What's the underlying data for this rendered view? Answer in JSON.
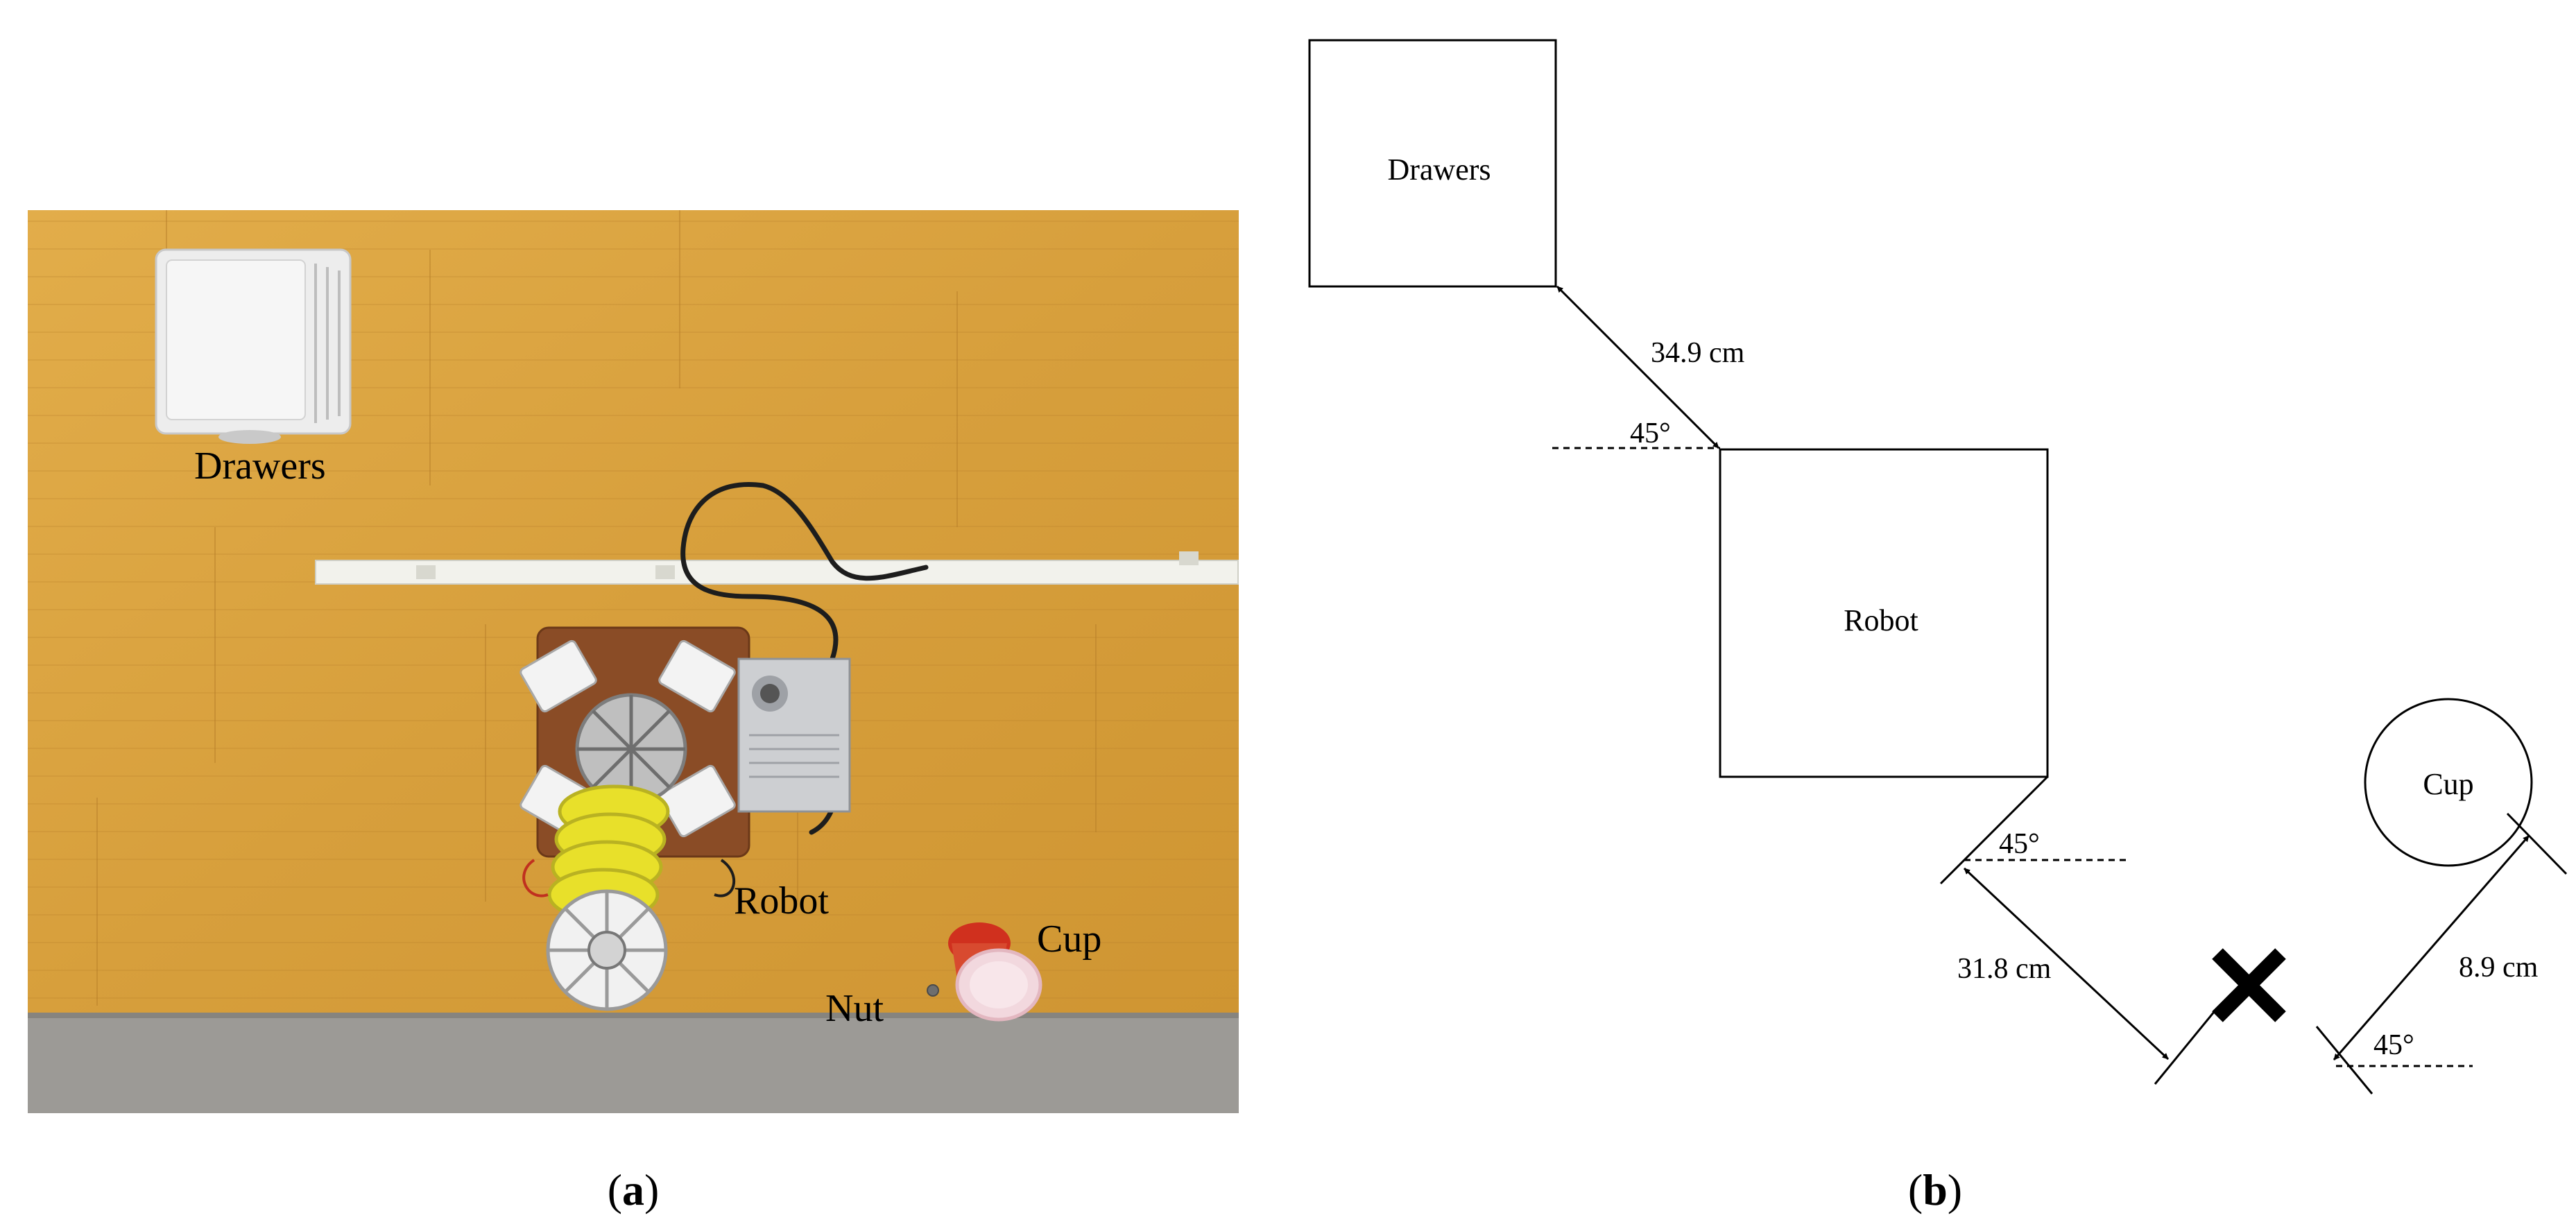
{
  "panel_a": {
    "caption_letter": "a",
    "labels": {
      "drawers": "Drawers",
      "robot": "Robot",
      "cup": "Cup",
      "nut": "Nut"
    },
    "colors": {
      "table_wood": "#d9a441",
      "table_edge": "#c28a2c",
      "carpet": "#9c9a96",
      "cup_red": "#d0301e",
      "gear_yellow": "#e8e02a"
    }
  },
  "panel_b": {
    "caption_letter": "b",
    "labels": {
      "drawers": "Drawers",
      "robot": "Robot",
      "cup": "Cup"
    },
    "measurements": {
      "drawers_robot": "34.9 cm",
      "robot_nut": "31.8 cm",
      "nut_cup": "8.9 cm"
    },
    "angles": {
      "drawers_robot": "45°",
      "robot_nut": "45°",
      "nut_cup": "45°"
    },
    "nut_marker": "×"
  }
}
